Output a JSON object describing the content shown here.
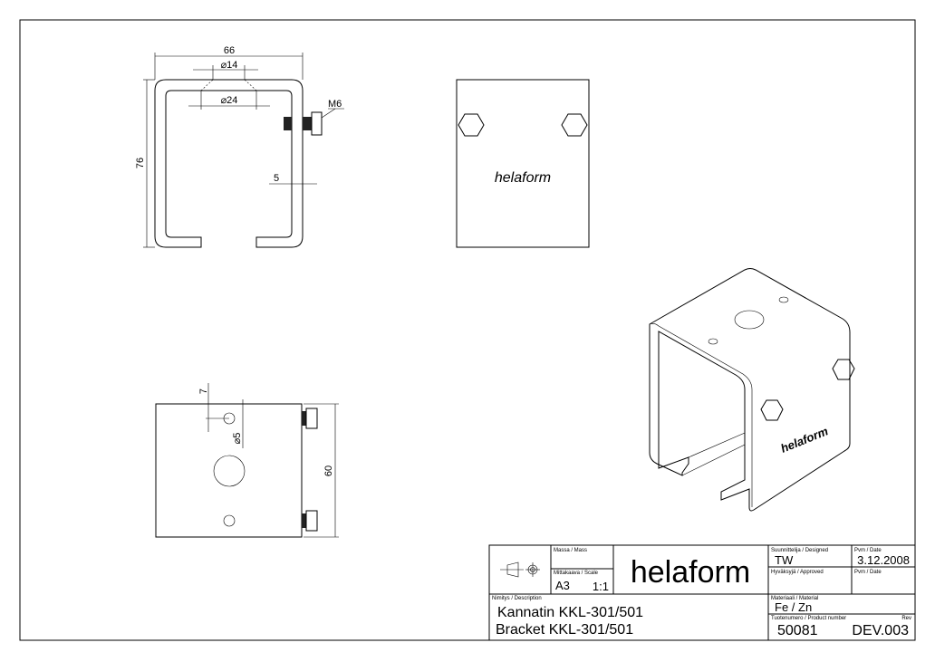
{
  "drawing": {
    "front_view": {
      "width_dim": "66",
      "hole_small_dim": "⌀14",
      "hole_large_dim": "⌀24",
      "height_dim": "76",
      "bolt_label": "M6",
      "thickness_dim": "5"
    },
    "side_view": {
      "logo": "helaform"
    },
    "bottom_view": {
      "offset_dim": "7",
      "hole_dim": "⌀5",
      "height_dim": "60"
    },
    "iso_view": {
      "logo": "helaform"
    }
  },
  "title_block": {
    "mass_label": "Massa / Mass",
    "scale_label": "Mittakaava / Scale",
    "sheet_size": "A3",
    "scale": "1:1",
    "logo": "helaform",
    "designed_label": "Suunnittelija / Designed",
    "designed_by": "TW",
    "date_label": "Pvm / Date",
    "date": "3.12.2008",
    "approved_label": "Hyväksyjä / Approved",
    "approved_date_label": "Pvm / Date",
    "description_label": "Nimitys / Description",
    "description_fi": "Kannatin KKL-301/501",
    "description_en": "Bracket KKL-301/501",
    "material_label": "Materiaali / Material",
    "material": "Fe / Zn",
    "product_number_label": "Tuotenumero / Product number",
    "rev_label": "Rev",
    "product_number": "50081",
    "rev": "DEV.003"
  }
}
